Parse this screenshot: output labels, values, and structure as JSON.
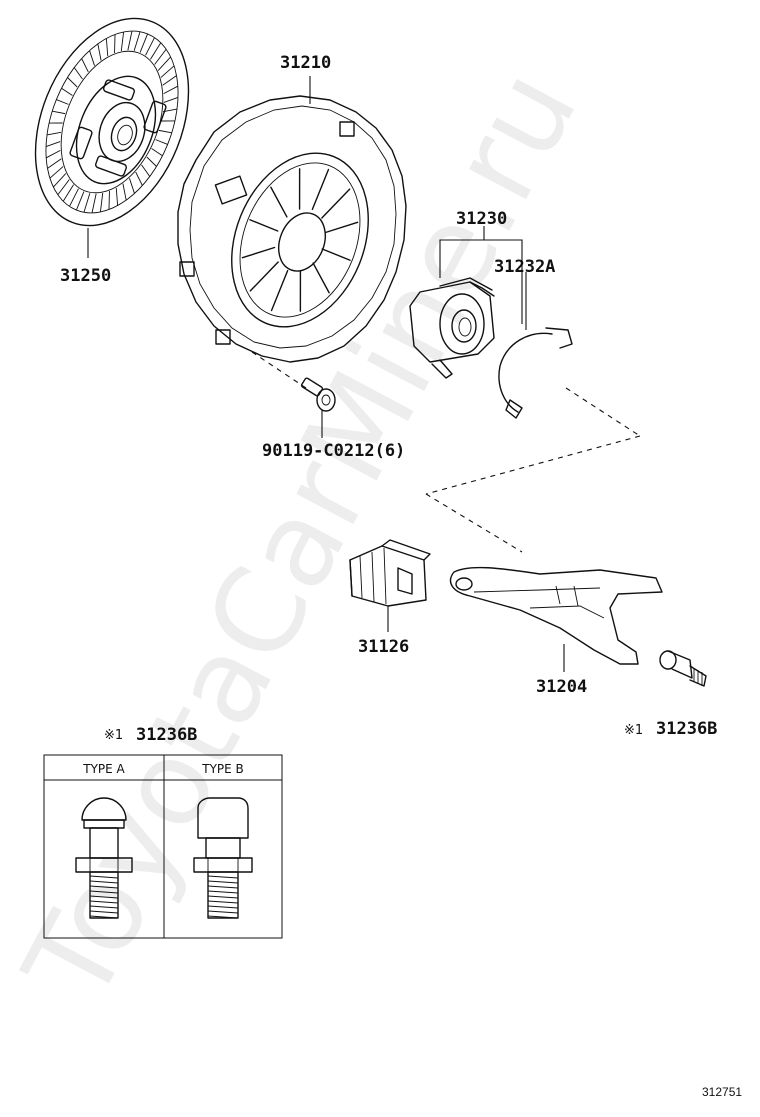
{
  "watermark": "ToyotaCarMine.ru",
  "diagram_ref": "312751",
  "callouts": {
    "p31250": "31250",
    "p31210": "31210",
    "p31230": "31230",
    "p31232A": "31232A",
    "p90119": "90119-C0212(6)",
    "p31126": "31126",
    "p31204": "31204",
    "p31236B_right": "31236B",
    "p31236B_table": "31236B"
  },
  "note_mark": "※1",
  "type_table": {
    "col_a": "TYPE A",
    "col_b": "TYPE B"
  }
}
